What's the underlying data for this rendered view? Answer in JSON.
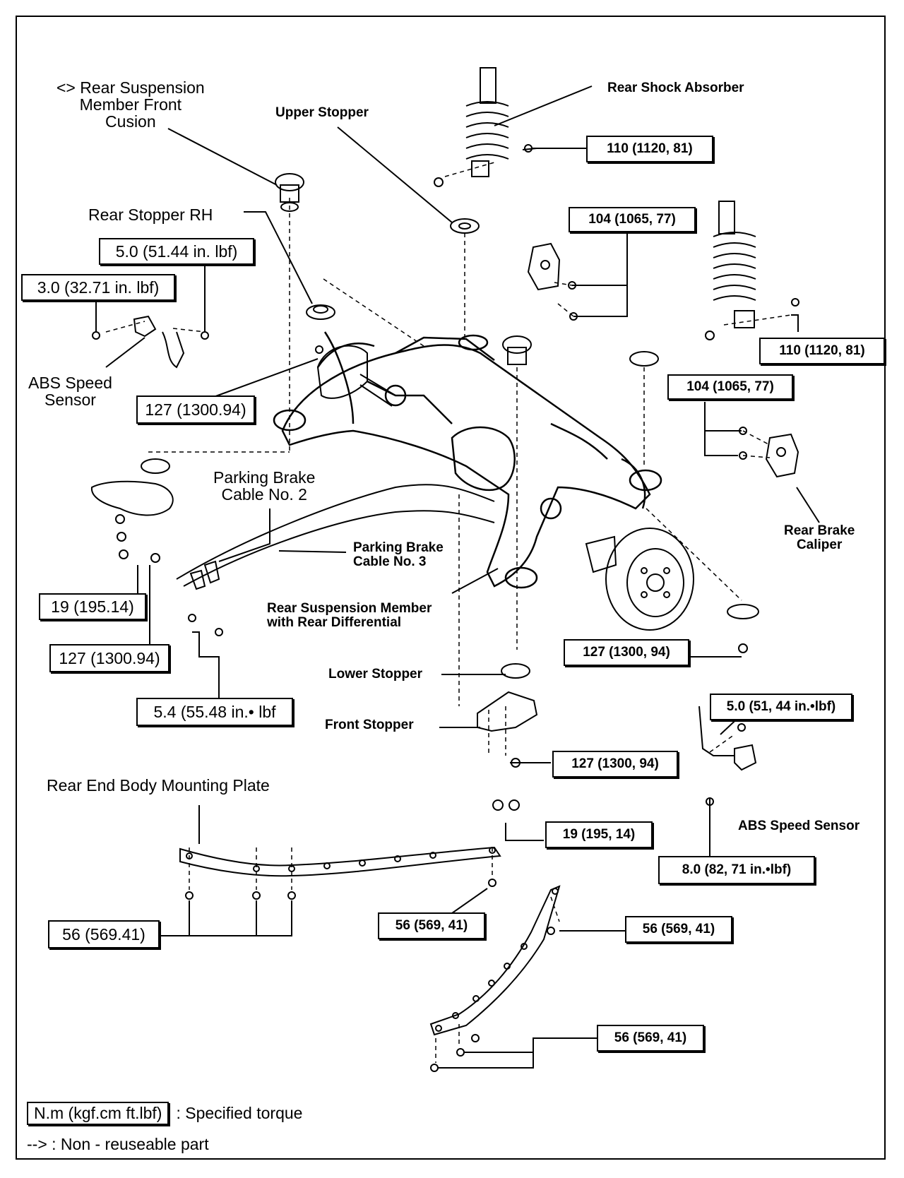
{
  "labels": {
    "rear_susp_member_front_cushion": [
      "<> Rear Suspension",
      "Member Front",
      "Cusion"
    ],
    "upper_stopper": "Upper Stopper",
    "rear_shock_absorber": "Rear Shock Absorber",
    "rear_stopper_rh": "Rear Stopper RH",
    "abs_speed_sensor_left": [
      "ABS Speed",
      "Sensor"
    ],
    "parking_brake_cable_2": [
      "Parking Brake",
      "Cable No. 2"
    ],
    "parking_brake_cable_3": [
      "Parking Brake",
      "Cable No. 3"
    ],
    "rear_suspension_member": [
      "Rear Suspension Member",
      "with Rear Differential"
    ],
    "rear_brake_caliper": [
      "Rear Brake",
      "Caliper"
    ],
    "lower_stopper": "Lower Stopper",
    "front_stopper": "Front Stopper",
    "rear_end_body_mounting_plate": "Rear End Body Mounting Plate",
    "abs_speed_sensor_right": "ABS Speed Sensor"
  },
  "torques": {
    "t_110_a": "110 (1120, 81)",
    "t_104_a": "104 (1065, 77)",
    "t_50_left": "5.0 (51.44 in. lbf)",
    "t_30_left": "3.0 (32.71 in. lbf)",
    "t_110_b": "110 (1120, 81)",
    "t_104_b": "104 (1065, 77)",
    "t_127_a": "127 (1300.94)",
    "t_19_a": "19 (195.14)",
    "t_127_b": "127 (1300.94)",
    "t_54": "5.4 (55.48 in.• lbf",
    "t_127_c": "127 (1300, 94)",
    "t_50_right": "5.0 (51, 44 in.•lbf)",
    "t_127_d": "127 (1300, 94)",
    "t_19_b": "19 (195, 14)",
    "t_80": "8.0 (82, 71 in.•lbf)",
    "t_56_a": "56 (569.41)",
    "t_56_b": "56 (569, 41)",
    "t_56_c": "56 (569, 41)",
    "t_56_d": "56 (569, 41)"
  },
  "legend": {
    "box_text": "N.m (kgf.cm ft.lbf)",
    "box_desc": ": Specified torque",
    "arrow_desc": "--> : Non - reuseable part"
  }
}
